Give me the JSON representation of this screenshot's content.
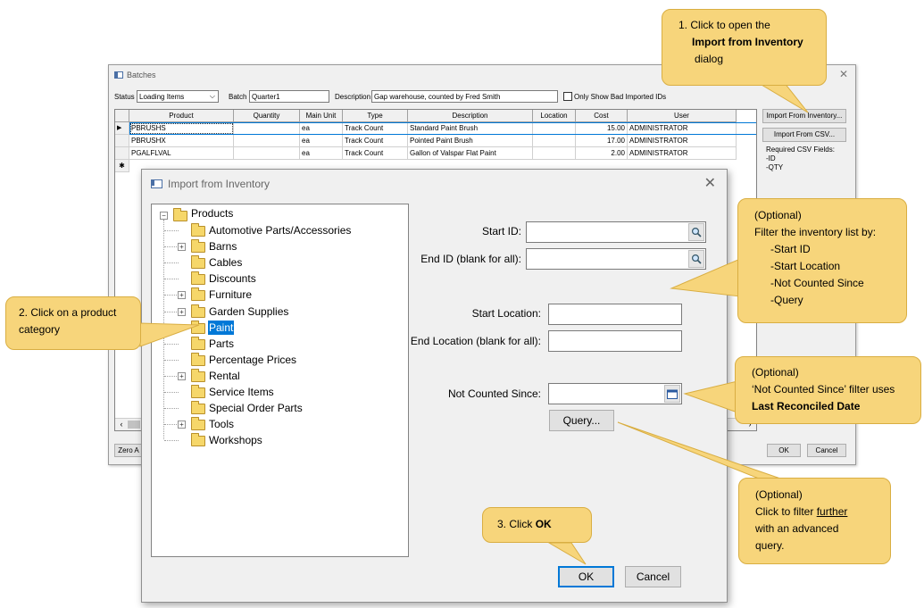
{
  "batches": {
    "title": "Batches",
    "status_label": "Status",
    "status_value": "Loading Items",
    "batch_label": "Batch",
    "batch_value": "Quarter1",
    "description_label": "Description",
    "description_value": "Gap warehouse, counted by Fred Smith",
    "only_bad_label": "Only Show Bad Imported IDs",
    "columns": [
      "Product",
      "Quantity",
      "Main Unit",
      "Type",
      "Description",
      "Location",
      "Cost",
      "User"
    ],
    "rows": [
      {
        "product": "PBRUSHS",
        "quantity": "",
        "unit": "ea",
        "type": "Track Count",
        "description": "Standard Paint Brush",
        "location": "",
        "cost": "15.00",
        "user": "ADMINISTRATOR"
      },
      {
        "product": "PBRUSHX",
        "quantity": "",
        "unit": "ea",
        "type": "Track Count",
        "description": "Pointed Paint Brush",
        "location": "",
        "cost": "17.00",
        "user": "ADMINISTRATOR"
      },
      {
        "product": "PGALFLVAL",
        "quantity": "",
        "unit": "ea",
        "type": "Track Count",
        "description": "Gallon of Valspar Flat Paint",
        "location": "",
        "cost": "2.00",
        "user": "ADMINISTRATOR"
      }
    ],
    "row_marker_current": "▶",
    "row_marker_new": "✱",
    "import_inventory_button": "Import From Inventory...",
    "import_csv_button": "Import From CSV...",
    "csv_fields_title": "Required CSV Fields:",
    "csv_fields": [
      "-ID",
      "-QTY"
    ],
    "zero_button": "Zero A",
    "ok_button": "OK",
    "cancel_button": "Cancel"
  },
  "dialog": {
    "title": "Import from Inventory",
    "tree_root": "Products",
    "tree_items": [
      {
        "label": "Automotive Parts/Accessories",
        "expandable": false
      },
      {
        "label": "Barns",
        "expandable": true
      },
      {
        "label": "Cables",
        "expandable": false
      },
      {
        "label": "Discounts",
        "expandable": false
      },
      {
        "label": "Furniture",
        "expandable": true
      },
      {
        "label": "Garden Supplies",
        "expandable": true
      },
      {
        "label": "Paint",
        "expandable": false,
        "selected": true
      },
      {
        "label": "Parts",
        "expandable": false
      },
      {
        "label": "Percentage Prices",
        "expandable": false
      },
      {
        "label": "Rental",
        "expandable": true
      },
      {
        "label": "Service Items",
        "expandable": false
      },
      {
        "label": "Special Order Parts",
        "expandable": false
      },
      {
        "label": "Tools",
        "expandable": true
      },
      {
        "label": "Workshops",
        "expandable": false
      }
    ],
    "start_id_label": "Start ID:",
    "end_id_label": "End ID (blank for all):",
    "start_location_label": "Start Location:",
    "end_location_label": "End Location (blank for all):",
    "not_counted_label": "Not Counted Since:",
    "query_button": "Query...",
    "ok_button": "OK",
    "cancel_button": "Cancel"
  },
  "callouts": {
    "c1_num": "1.",
    "c1_line1": "Click to open the",
    "c1_bold": "Import from Inventory",
    "c1_line3": "dialog",
    "c2_text": "2. Click on a product category",
    "c3_text": "3.  Click ",
    "c3_bold": "OK",
    "filter_optional": "(Optional)",
    "filter_line": "Filter the inventory list by:",
    "filter_items": [
      "-Start ID",
      "-Start Location",
      "-Not Counted Since",
      "-Query"
    ],
    "ncs_optional": "(Optional)",
    "ncs_line": "‘Not Counted Since’ filter uses",
    "ncs_bold": "Last Reconciled Date",
    "query_optional": "(Optional)",
    "query_line1": "Click to filter ",
    "query_underline": "further",
    "query_line2": "with an advanced",
    "query_line3": "query."
  },
  "colors": {
    "callout_fill": "#f7d57b",
    "callout_border": "#d9ae42",
    "selection": "#0078d7"
  }
}
